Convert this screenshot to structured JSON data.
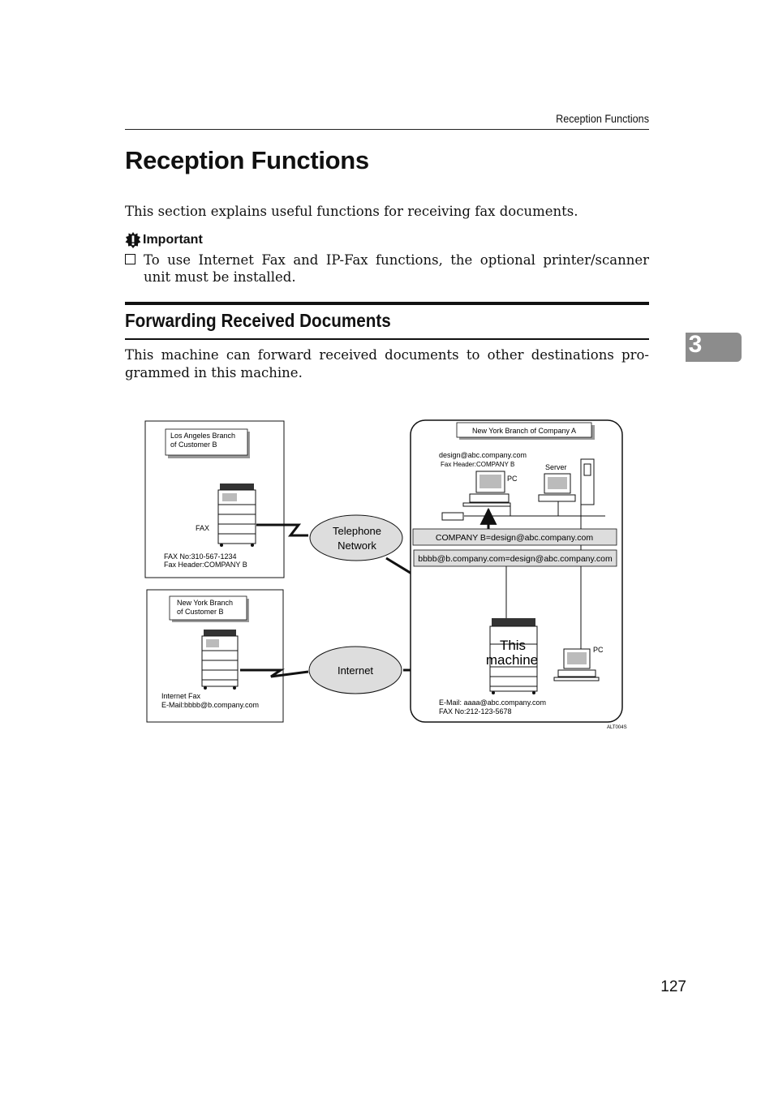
{
  "header": {
    "running_title": "Reception Functions"
  },
  "title": "Reception Functions",
  "intro": "This section explains useful functions for receiving fax documents.",
  "important": {
    "label": "Important",
    "items": [
      "To use Internet Fax and IP-Fax functions, the optional printer/scanner unit must be installed."
    ]
  },
  "section": {
    "title": "Forwarding Received Documents",
    "body": "This machine can forward received documents to other destinations pro-grammed in this machine."
  },
  "chapter_tab": "3",
  "page_number": "127",
  "diagram": {
    "la_branch": {
      "label_line1": "Los Angeles Branch",
      "label_line2": "of Customer B",
      "device_label": "FAX",
      "info_line1": "FAX No:310-567-1234",
      "info_line2": "Fax Header:COMPANY B"
    },
    "ny_customer": {
      "label_line1": "New York Branch",
      "label_line2": "of Customer B",
      "info_line1": "Internet Fax",
      "info_line2": "E-Mail:bbbb@b.company.com"
    },
    "telephone_network": {
      "line1": "Telephone",
      "line2": "Network"
    },
    "internet": "Internet",
    "ny_company": {
      "label": "New York Branch of Company A",
      "email": "design@abc.company.com",
      "fax_header": "Fax Header:COMPANY B",
      "pc_label": "PC",
      "server_label": "Server",
      "rule1": "COMPANY B=design@abc.company.com",
      "rule2": "bbbb@b.company.com=design@abc.company.com",
      "machine_line1": "This",
      "machine_line2": "machine",
      "pc2_label": "PC",
      "email_line": "E-Mail:  aaaa@abc.company.com",
      "fax_line": "FAX No:212-123-5678"
    },
    "code": "ALT004S"
  }
}
